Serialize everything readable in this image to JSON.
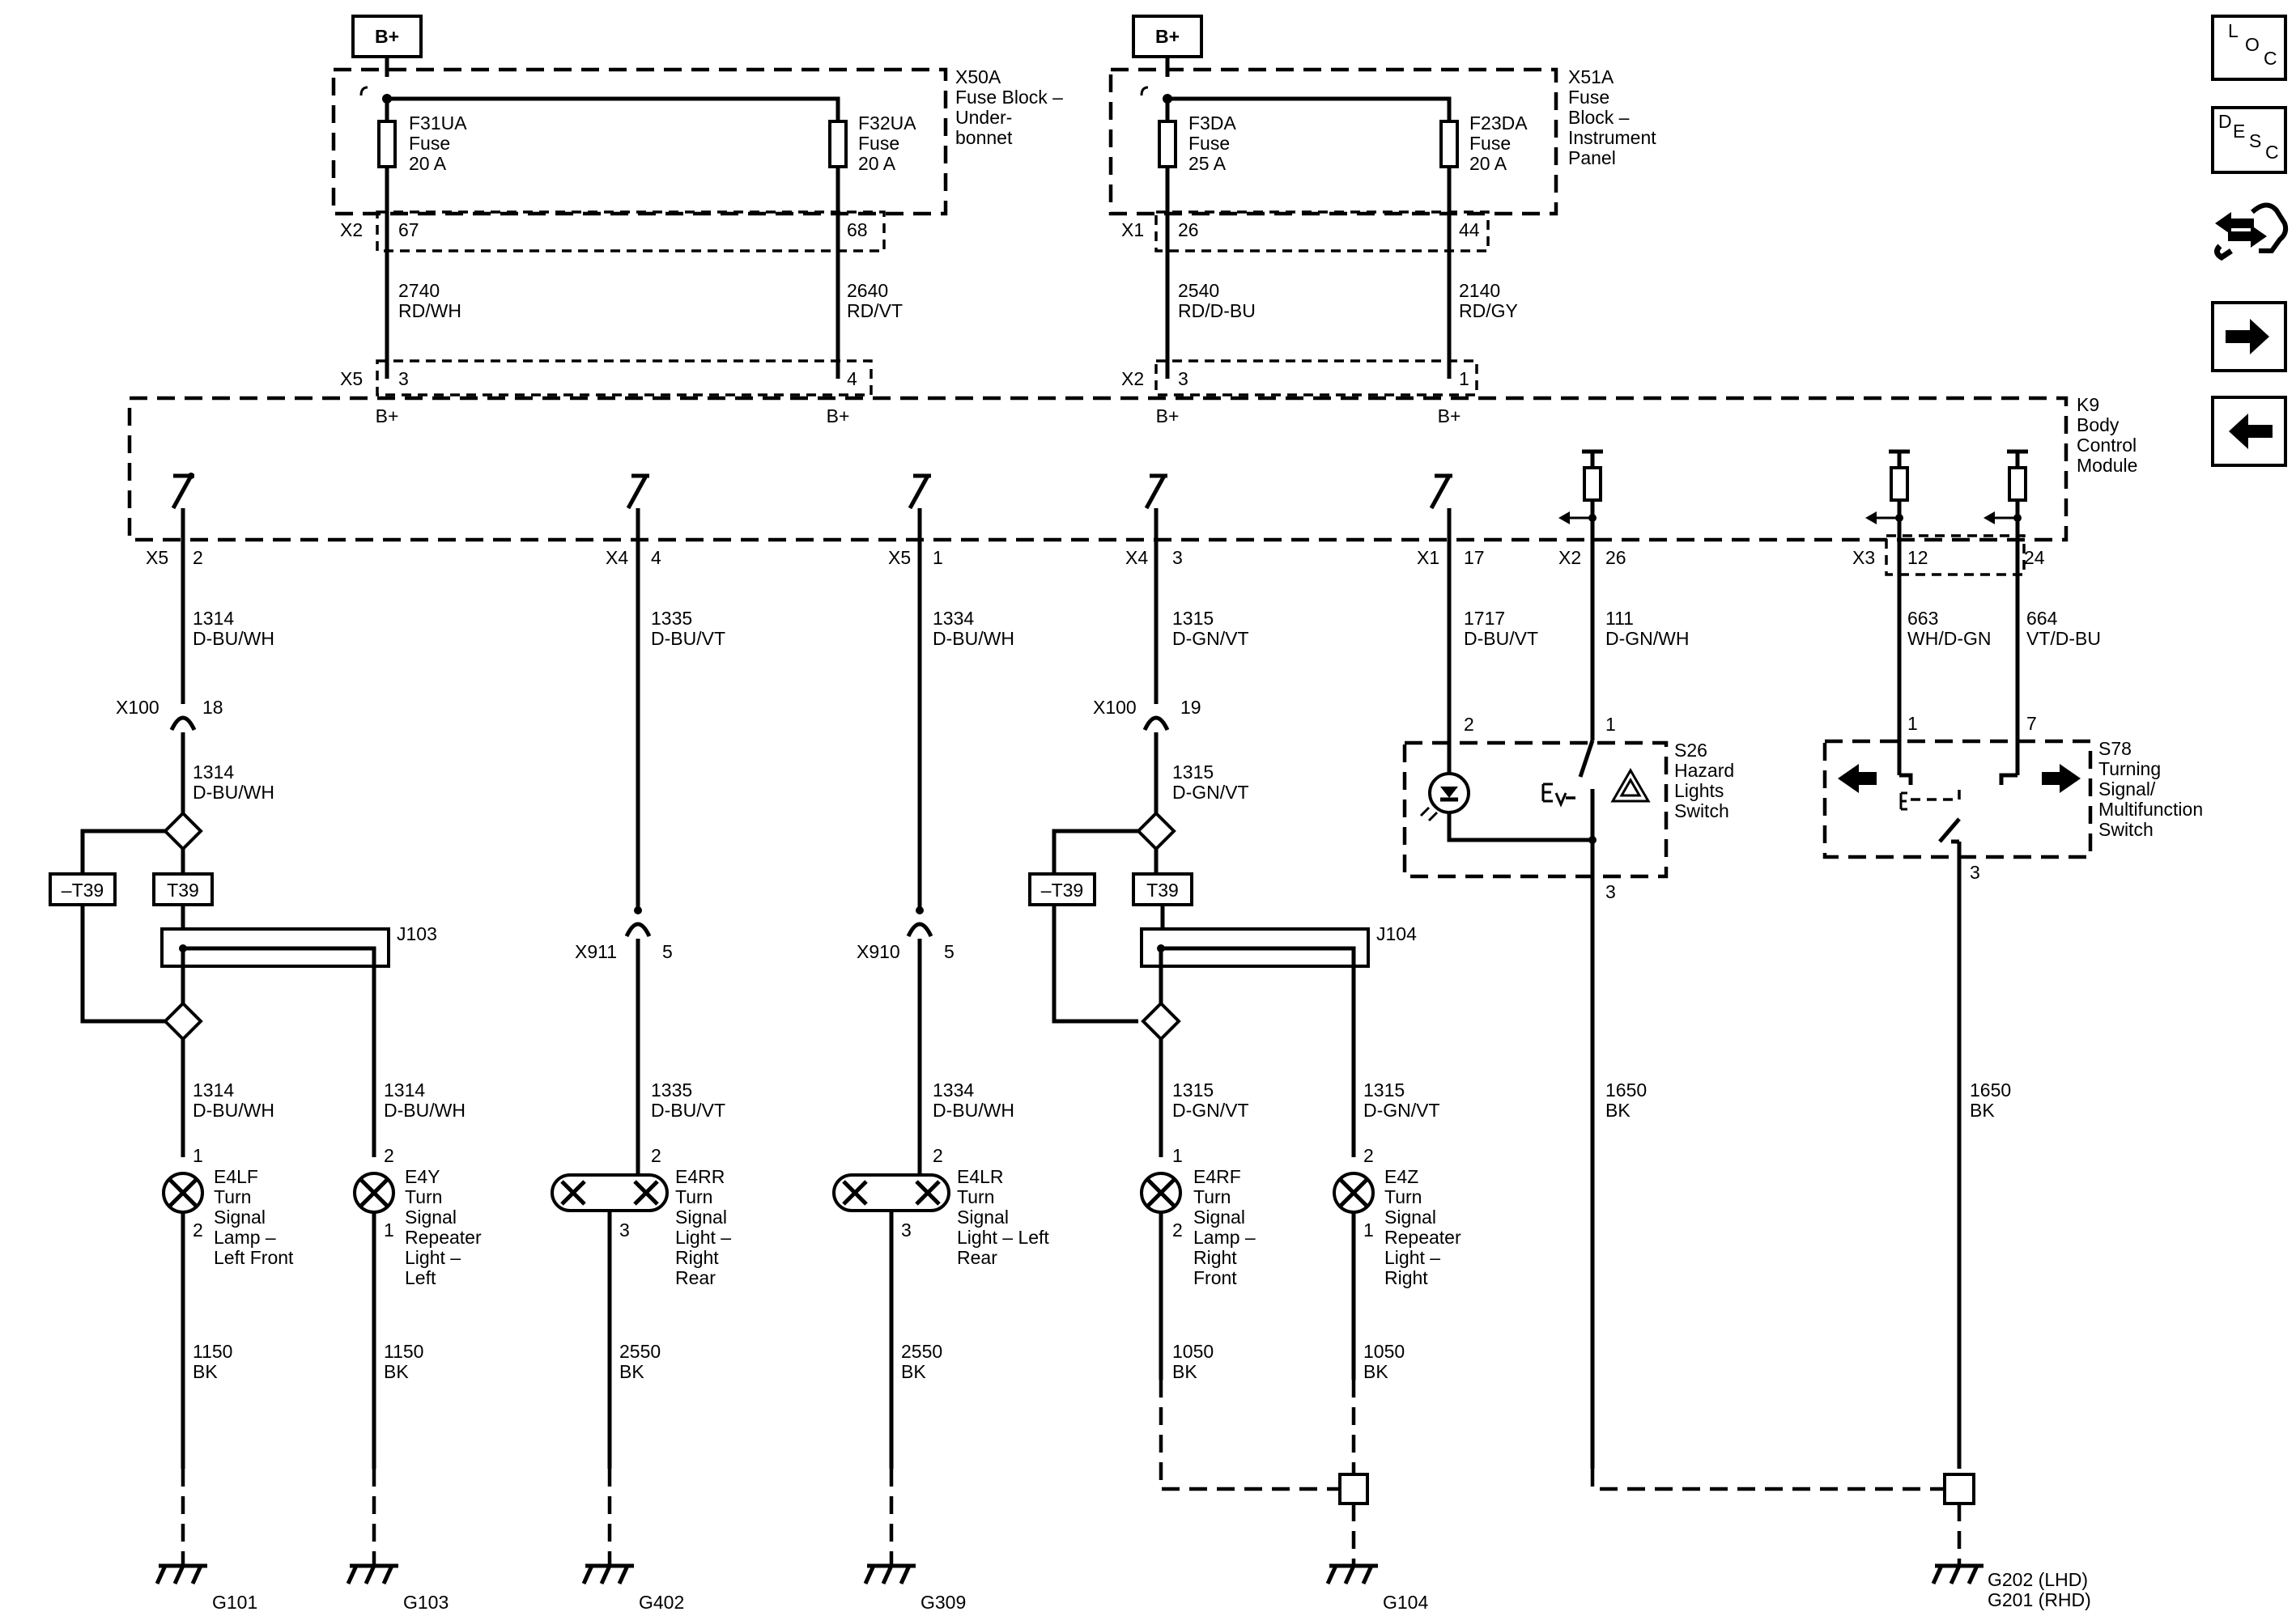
{
  "power": {
    "bplus_label": "B+",
    "pin_bplus": "B+"
  },
  "fuse_blocks": {
    "x50a": {
      "connector": "X50A",
      "title_lines": [
        "Fuse Block –",
        "Under-",
        "bonnet"
      ],
      "out_connector": "X2",
      "in_connector": "X5"
    },
    "x51a": {
      "connector": "X51A",
      "title_lines": [
        "Fuse",
        "Block –",
        "Instrument",
        "Panel"
      ],
      "out_connector": "X1",
      "in_connector": "X2"
    }
  },
  "fuses": [
    {
      "id": "F31UA",
      "type": "Fuse",
      "rating": "20 A",
      "out_pin": "67",
      "wire_num": "2740",
      "wire_color": "RD/WH",
      "bcm_pin": "3"
    },
    {
      "id": "F32UA",
      "type": "Fuse",
      "rating": "20 A",
      "out_pin": "68",
      "wire_num": "2640",
      "wire_color": "RD/VT",
      "bcm_pin": "4"
    },
    {
      "id": "F3DA",
      "type": "Fuse",
      "rating": "25 A",
      "out_pin": "26",
      "wire_num": "2540",
      "wire_color": "RD/D-BU",
      "bcm_pin": "3"
    },
    {
      "id": "F23DA",
      "type": "Fuse",
      "rating": "20 A",
      "out_pin": "44",
      "wire_num": "2140",
      "wire_color": "RD/GY",
      "bcm_pin": "1"
    }
  ],
  "bcm": {
    "id": "K9",
    "title_lines": [
      "Body",
      "Control",
      "Module"
    ]
  },
  "outputs": [
    {
      "conn": "X5",
      "pin": "2",
      "wire_num": "1314",
      "wire_color": "D-BU/WH"
    },
    {
      "conn": "X4",
      "pin": "4",
      "wire_num": "1335",
      "wire_color": "D-BU/VT"
    },
    {
      "conn": "X5",
      "pin": "1",
      "wire_num": "1334",
      "wire_color": "D-BU/WH"
    },
    {
      "conn": "X4",
      "pin": "3",
      "wire_num": "1315",
      "wire_color": "D-GN/VT"
    },
    {
      "conn": "X1",
      "pin": "17",
      "wire_num": "1717",
      "wire_color": "D-BU/VT"
    },
    {
      "conn": "X2",
      "pin": "26",
      "wire_num": "111",
      "wire_color": "D-GN/WH"
    },
    {
      "conn": "X3",
      "pin": "12",
      "wire_num": "663",
      "wire_color": "WH/D-GN"
    },
    {
      "conn": "",
      "pin": "24",
      "wire_num": "664",
      "wire_color": "VT/D-BU"
    }
  ],
  "inline_connectors": [
    {
      "conn": "X100",
      "pin": "18"
    },
    {
      "conn": "X100",
      "pin": "19"
    },
    {
      "conn": "X911",
      "pin": "5"
    },
    {
      "conn": "X910",
      "pin": "5"
    }
  ],
  "options": {
    "not_t39": "–T39",
    "t39": "T39"
  },
  "junctions": [
    "J103",
    "J104"
  ],
  "lamp_wires": [
    {
      "wire_num": "1314",
      "wire_color": "D-BU/WH"
    },
    {
      "wire_num": "1314",
      "wire_color": "D-BU/WH"
    },
    {
      "wire_num": "1335",
      "wire_color": "D-BU/VT"
    },
    {
      "wire_num": "1334",
      "wire_color": "D-BU/WH"
    },
    {
      "wire_num": "1315",
      "wire_color": "D-GN/VT"
    },
    {
      "wire_num": "1315",
      "wire_color": "D-GN/VT"
    }
  ],
  "lamps": [
    {
      "id": "E4LF",
      "pin_in": "1",
      "pin_out": "2",
      "lines": [
        "Turn",
        "Signal",
        "Lamp –",
        "Left Front"
      ]
    },
    {
      "id": "E4Y",
      "pin_in": "2",
      "pin_out": "1",
      "lines": [
        "Turn",
        "Signal",
        "Repeater",
        "Light –",
        "Left"
      ]
    },
    {
      "id": "E4RR",
      "pin_in": "2",
      "pin_out": "3",
      "lines": [
        "Turn",
        "Signal",
        "Light –",
        "Right",
        "Rear"
      ]
    },
    {
      "id": "E4LR",
      "pin_in": "2",
      "pin_out": "3",
      "lines": [
        "Turn",
        "Signal",
        "Light – Left",
        "Rear"
      ]
    },
    {
      "id": "E4RF",
      "pin_in": "1",
      "pin_out": "2",
      "lines": [
        "Turn",
        "Signal",
        "Lamp –",
        "Right",
        "Front"
      ]
    },
    {
      "id": "E4Z",
      "pin_in": "2",
      "pin_out": "1",
      "lines": [
        "Turn",
        "Signal",
        "Repeater",
        "Light –",
        "Right"
      ]
    }
  ],
  "ground_wires": [
    {
      "wire_num": "1150",
      "wire_color": "BK"
    },
    {
      "wire_num": "1150",
      "wire_color": "BK"
    },
    {
      "wire_num": "2550",
      "wire_color": "BK"
    },
    {
      "wire_num": "2550",
      "wire_color": "BK"
    },
    {
      "wire_num": "1050",
      "wire_color": "BK"
    },
    {
      "wire_num": "1050",
      "wire_color": "BK"
    },
    {
      "wire_num": "1650",
      "wire_color": "BK"
    },
    {
      "wire_num": "1650",
      "wire_color": "BK"
    }
  ],
  "switches": {
    "s26": {
      "id": "S26",
      "lines": [
        "Hazard",
        "Lights",
        "Switch"
      ],
      "pin_a": "2",
      "pin_b": "1",
      "pin_out": "3"
    },
    "s78": {
      "id": "S78",
      "lines": [
        "Turning",
        "Signal/",
        "Multifunction",
        "Switch"
      ],
      "pin_a": "1",
      "pin_b": "7",
      "pin_out": "3"
    }
  },
  "grounds": [
    "G101",
    "G103",
    "G402",
    "G309",
    "G104",
    "G202 (LHD)",
    "G201 (RHD)"
  ],
  "nav": {
    "loc": {
      "l1": "L",
      "l2": "O",
      "l3": "C"
    },
    "desc": {
      "l1": "D",
      "l2": "E",
      "l3": "S",
      "l4": "C"
    },
    "icons": [
      "connector-icon",
      "forward-arrow-icon",
      "back-arrow-icon"
    ]
  }
}
